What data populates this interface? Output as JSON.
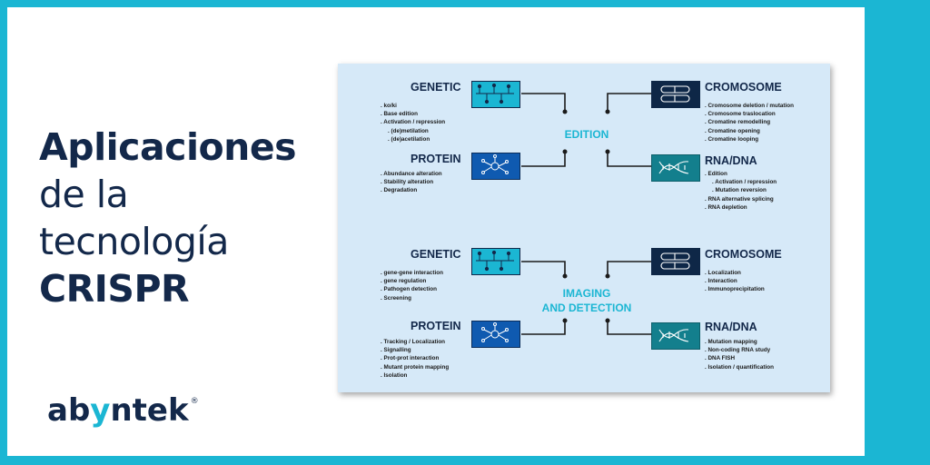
{
  "heading": {
    "line1": "Aplicaciones",
    "line2": "de la",
    "line3": "tecnología",
    "line4": "CRISPR"
  },
  "logo": {
    "text_pre": "ab",
    "text_mark": "y",
    "text_post": "ntek",
    "trademark": "®"
  },
  "colors": {
    "frame": "#1bb6d3",
    "navy": "#13284a",
    "diagram_bg": "#d6e9f8",
    "genetic_box": "#1bb6d3",
    "protein_box": "#0f5ab0",
    "chromosome_box": "#0e2747",
    "rna_box": "#137f8d"
  },
  "diagram": {
    "edition": {
      "center": "EDITION",
      "genetic": {
        "label": "GENETIC",
        "icon": "circuit-icon",
        "items": [
          "ko/ki",
          "Base edition",
          "Activation / repression"
        ],
        "subitems": [
          "(de)metilation",
          "(de)acetilation"
        ]
      },
      "protein": {
        "label": "PROTEIN",
        "icon": "protein-network-icon",
        "items": [
          "Abundance alteration",
          "Stability alteration",
          "Degradation"
        ]
      },
      "chromosome": {
        "label": "CROMOSOME",
        "icon": "chromosome-icon",
        "items": [
          "Cromosome deletion / mutation",
          "Cromosome traslocation",
          "Cromatine remodelling",
          "Cromatine opening",
          "Cromatine looping"
        ]
      },
      "rna": {
        "label": "RNA/DNA",
        "icon": "dna-helix-icon",
        "item1": "Edition",
        "subitems": [
          "Activation / repression",
          "Mutation reversion"
        ],
        "items": [
          "RNA alternative splicing",
          "RNA depletion"
        ]
      }
    },
    "imaging": {
      "center_line1": "IMAGING",
      "center_line2": "AND DETECTION",
      "genetic": {
        "label": "GENETIC",
        "items": [
          "gene-gene interaction",
          "gene regulation",
          "Pathogen detection",
          "Screening"
        ]
      },
      "protein": {
        "label": "PROTEIN",
        "items": [
          "Tracking / Localization",
          "Signalling",
          "Prot-prot interaction",
          "Mutant protein mapping",
          "Isolation"
        ]
      },
      "chromosome": {
        "label": "CROMOSOME",
        "items": [
          "Localization",
          "Interaction",
          "Immunoprecipitation"
        ]
      },
      "rna": {
        "label": "RNA/DNA",
        "items": [
          "Mutation mapping",
          "Non-coding RNA study",
          "DNA FISH",
          "Isolation / quantification"
        ]
      }
    }
  }
}
